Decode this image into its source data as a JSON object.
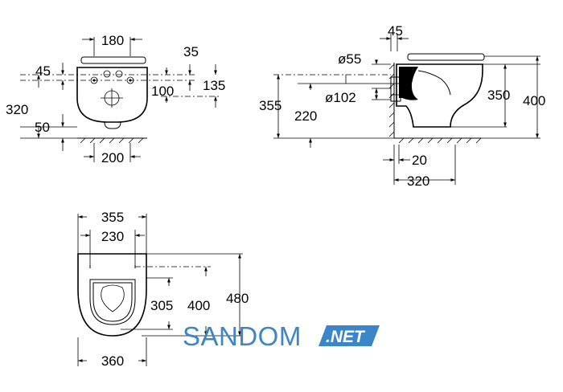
{
  "front_view": {
    "dims": [
      "180",
      "45",
      "35",
      "100",
      "135",
      "320",
      "50",
      "200"
    ]
  },
  "side_view": {
    "dims": [
      "45",
      "ø55",
      "ø102",
      "355",
      "220",
      "350",
      "400",
      "20",
      "320"
    ]
  },
  "top_view": {
    "dims": [
      "355",
      "230",
      "305",
      "400",
      "480",
      "360"
    ]
  },
  "watermark": {
    "brand": "SANDOM",
    "suffix": ".NET",
    "color": "#3a86c8"
  }
}
